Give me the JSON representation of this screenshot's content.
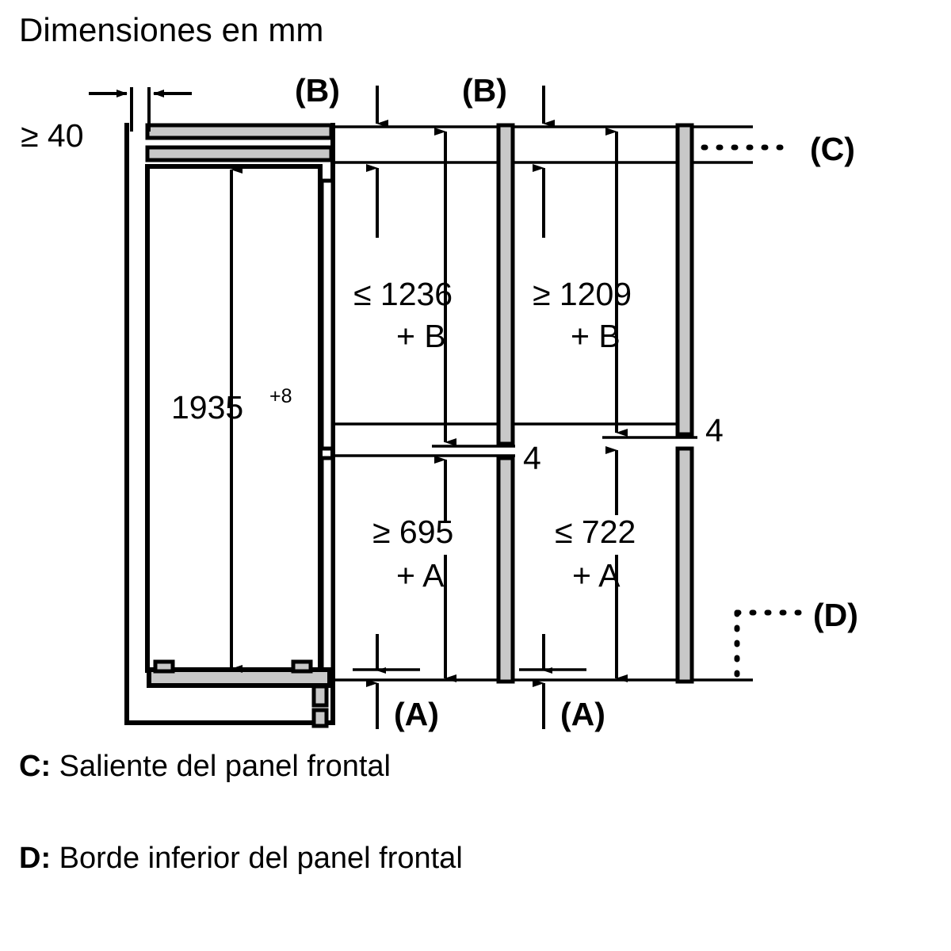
{
  "title": "Dimensiones en mm",
  "units": "mm",
  "diagram": {
    "name": "built-in-refrigerator-niche-dimensions",
    "labels": {
      "niche_gap_top": "≥ 40",
      "appliance_height": "1935",
      "appliance_height_tolerance": "+8",
      "upper_door_max": "≤ 1236",
      "upper_door_max_plus": "+ B",
      "upper_door_min": "≥ 1209",
      "upper_door_min_plus": "+ B",
      "lower_door_min": "≥ 695",
      "lower_door_min_plus": "+ A",
      "lower_door_max": "≤ 722",
      "lower_door_max_plus": "+ A",
      "gap_left": "4",
      "gap_right": "4",
      "marker_b_left": "(B)",
      "marker_b_right": "(B)",
      "marker_a_left": "(A)",
      "marker_a_right": "(A)",
      "marker_c": "(C)",
      "marker_d": "(D)"
    },
    "colors": {
      "line": "#000000",
      "panel_fill": "#c8c8c8",
      "background": "#ffffff"
    }
  },
  "legend": [
    {
      "key": "C:",
      "text": "Saliente del panel frontal"
    },
    {
      "key": "D:",
      "text": "Borde inferior del panel frontal"
    }
  ],
  "chart_data": {
    "type": "diagram",
    "title": "Dimensiones en mm",
    "annotations": [
      {
        "id": "niche-side-gap",
        "value": "≥ 40",
        "unit": "mm",
        "meaning": "minimum side clearance"
      },
      {
        "id": "appliance-height",
        "value": "1935",
        "tolerance": "+8",
        "unit": "mm",
        "meaning": "appliance niche height"
      },
      {
        "id": "upper-panel-left",
        "value": "≤ 1236 + B",
        "unit": "mm"
      },
      {
        "id": "upper-panel-right",
        "value": "≥ 1209 + B",
        "unit": "mm"
      },
      {
        "id": "lower-panel-left",
        "value": "≥ 695 + A",
        "unit": "mm"
      },
      {
        "id": "lower-panel-right",
        "value": "≤ 722 + A",
        "unit": "mm"
      },
      {
        "id": "panel-gap-left",
        "value": "4",
        "unit": "mm"
      },
      {
        "id": "panel-gap-right",
        "value": "4",
        "unit": "mm"
      }
    ],
    "references": [
      {
        "id": "A",
        "label": "(A)"
      },
      {
        "id": "B",
        "label": "(B)"
      },
      {
        "id": "C",
        "label": "(C)",
        "description": "Saliente del panel frontal"
      },
      {
        "id": "D",
        "label": "(D)",
        "description": "Borde inferior del panel frontal"
      }
    ]
  }
}
